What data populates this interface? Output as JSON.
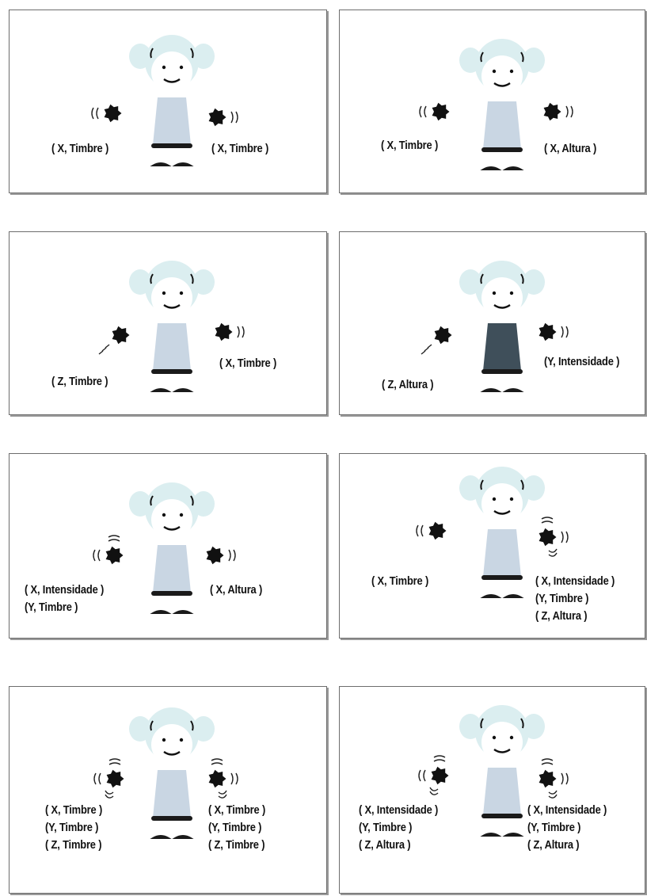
{
  "panels": [
    {
      "id": 1,
      "dress": "light",
      "left_labels": [
        "( X, Timbre )"
      ],
      "right_labels": [
        "( X, Timbre )"
      ],
      "left_motion": "sides",
      "right_motion": "sides"
    },
    {
      "id": 2,
      "dress": "light",
      "left_labels": [
        "( X, Timbre )"
      ],
      "right_labels": [
        "( X, Altura )"
      ],
      "left_motion": "sides",
      "right_motion": "sides"
    },
    {
      "id": 3,
      "dress": "light",
      "left_labels": [
        "( Z, Timbre )"
      ],
      "right_labels": [
        "( X, Timbre )"
      ],
      "left_motion": "down",
      "right_motion": "sides"
    },
    {
      "id": 4,
      "dress": "dark",
      "left_labels": [
        "( Z, Altura )"
      ],
      "right_labels": [
        "(Y, Intensidade )"
      ],
      "left_motion": "down",
      "right_motion": "sides"
    },
    {
      "id": 5,
      "dress": "light",
      "left_labels": [
        "( X, Intensidade )",
        "(Y, Timbre )"
      ],
      "right_labels": [
        "( X, Altura )"
      ],
      "left_motion": "sides-up",
      "right_motion": "sides"
    },
    {
      "id": 6,
      "dress": "light",
      "left_labels": [
        "( X, Timbre )"
      ],
      "right_labels": [
        "( X, Intensidade )",
        "(Y, Timbre )",
        "( Z, Altura )"
      ],
      "left_motion": "sides",
      "right_motion": "all"
    },
    {
      "id": 7,
      "dress": "light",
      "left_labels": [
        "( X, Timbre )",
        "(Y, Timbre )",
        "( Z, Timbre )"
      ],
      "right_labels": [
        "( X, Timbre )",
        "(Y, Timbre )",
        "( Z, Timbre )"
      ],
      "left_motion": "all",
      "right_motion": "all"
    },
    {
      "id": 8,
      "dress": "light",
      "left_labels": [
        "( X, Intensidade )",
        "(Y, Timbre )",
        "( Z, Altura )"
      ],
      "right_labels": [
        "( X, Intensidade )",
        "(Y, Timbre )",
        "( Z, Altura )"
      ],
      "left_motion": "all",
      "right_motion": "all"
    }
  ],
  "colors": {
    "hair": "#dbeef0",
    "skin": "#ffffff",
    "dress_light": "#c9d6e3",
    "dress_dark": "#3f4f5a",
    "hand": "#111111",
    "border": "#6d6d6d"
  }
}
